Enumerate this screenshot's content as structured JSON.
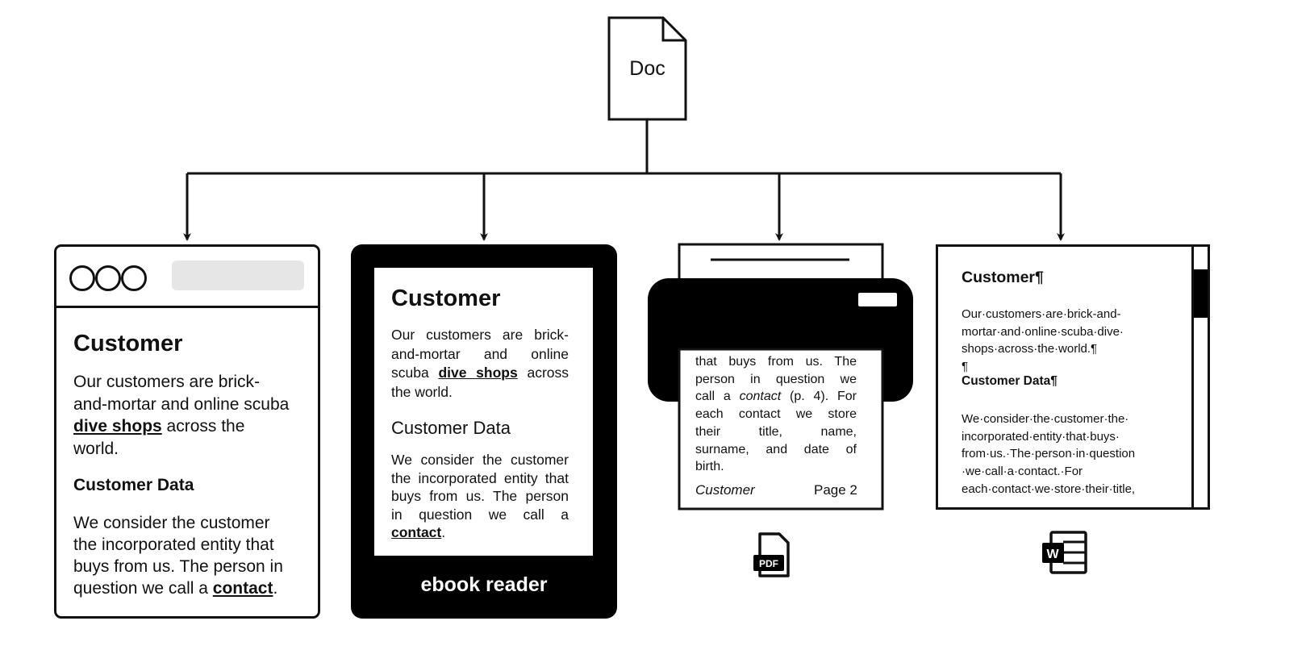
{
  "doc": {
    "label": "Doc",
    "icon": "document-icon"
  },
  "browser": {
    "title": "Customer",
    "p1": [
      [
        {
          "t": "Our customers are brick-"
        }
      ],
      [
        {
          "t": "and-mortar and online scuba"
        }
      ],
      [
        {
          "t": "dive shops",
          "s": "u"
        },
        {
          "t": " across the"
        }
      ],
      [
        {
          "t": "world."
        }
      ]
    ],
    "heading2": "Customer Data",
    "p2": [
      [
        {
          "t": "We consider the customer"
        }
      ],
      [
        {
          "t": "the incorporated entity that"
        }
      ],
      [
        {
          "t": "buys from us. The person in"
        }
      ],
      [
        {
          "t": "question we call a "
        },
        {
          "t": "contact",
          "s": "u"
        },
        {
          "t": "."
        }
      ]
    ]
  },
  "ebook": {
    "title": "Customer",
    "p1": [
      [
        {
          "t": "Our customers are brick-"
        }
      ],
      [
        {
          "t": "and-mortar and online"
        }
      ],
      [
        {
          "t": "scuba "
        },
        {
          "t": "dive shops",
          "s": "u"
        },
        {
          "t": " across"
        }
      ],
      [
        {
          "t": "the world."
        }
      ]
    ],
    "heading2": "Customer Data",
    "p2": [
      [
        {
          "t": "We consider the customer"
        }
      ],
      [
        {
          "t": "the incorporated entity that"
        }
      ],
      [
        {
          "t": "buys from us. The person"
        }
      ],
      [
        {
          "t": "in question we call a"
        }
      ],
      [
        {
          "t": "contact",
          "s": "u"
        },
        {
          "t": "."
        }
      ]
    ],
    "device_label": "ebook reader"
  },
  "print": {
    "p": [
      [
        {
          "t": "that buys from us. The"
        }
      ],
      [
        {
          "t": "person in question we"
        }
      ],
      [
        {
          "t": "call a "
        },
        {
          "t": "contact",
          "s": "i"
        },
        {
          "t": " (p. 4). For"
        }
      ],
      [
        {
          "t": "each contact we store"
        }
      ],
      [
        {
          "t": "their title, name,"
        }
      ],
      [
        {
          "t": "surname, and date of"
        }
      ],
      [
        {
          "t": "birth."
        }
      ]
    ],
    "footer_left": "Customer",
    "footer_right": "Page 2",
    "format_icon": "pdf-file-icon",
    "format_icon_text": "PDF"
  },
  "word": {
    "title": "Customer¶",
    "p1": [
      [
        {
          "t": "Our·customers·are·brick-and-"
        }
      ],
      [
        {
          "t": "mortar·and·online·scuba·dive·"
        }
      ],
      [
        {
          "t": "shops·across·the·world.¶"
        }
      ],
      [
        {
          "t": "¶"
        }
      ]
    ],
    "heading2": "Customer Data¶",
    "p2": [
      [
        {
          "t": "We·consider·the·customer·the·"
        }
      ],
      [
        {
          "t": "incorporated·entity·that·buys·"
        }
      ],
      [
        {
          "t": "from·us.·The·person·in·question"
        }
      ],
      [
        {
          "t": "·we·call·a·contact.·For"
        }
      ],
      [
        {
          "t": "each·contact·we·store·their·title,"
        }
      ]
    ],
    "format_icon": "word-file-icon",
    "format_icon_text": "W"
  }
}
